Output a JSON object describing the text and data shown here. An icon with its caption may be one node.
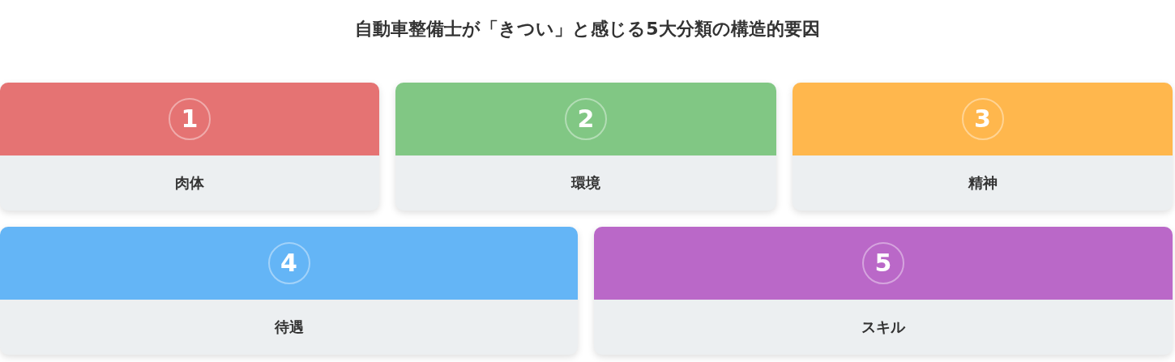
{
  "diagram": {
    "title": "自動車整備士が「きつい」と感じる5大分類の構造的要因",
    "nodes": [
      {
        "text": [
          "肉体"
        ]
      },
      {
        "text": [
          "1"
        ],
        "in": 0
      },
      {
        "text": [
          "環境"
        ]
      },
      {
        "text": [
          "2"
        ],
        "in": 2
      },
      {
        "text": [
          "精神"
        ]
      },
      {
        "text": [
          "3"
        ],
        "in": 4
      },
      {
        "text": [
          "待遇"
        ]
      },
      {
        "text": [
          "4"
        ],
        "in": 6
      },
      {
        "text": [
          "スキル"
        ]
      },
      {
        "text": [
          "5"
        ],
        "in": 8
      }
    ]
  }
}
